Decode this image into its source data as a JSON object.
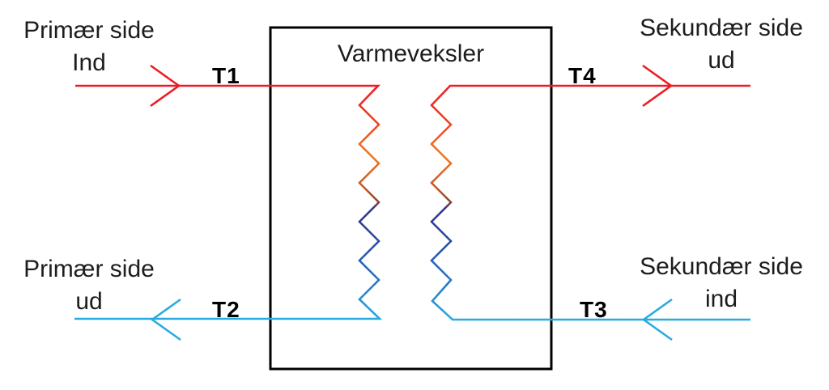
{
  "title": "Varmeveksler",
  "ports": {
    "primary_in": {
      "line1": "Primær side",
      "line2": "Ind",
      "sensor": "T1"
    },
    "primary_out": {
      "line1": "Primær side",
      "line2": "ud",
      "sensor": "T2"
    },
    "secondary_in": {
      "line1": "Sekundær side",
      "line2": "ind",
      "sensor": "T3"
    },
    "secondary_out": {
      "line1": "Sekundær side",
      "line2": "ud",
      "sensor": "T4"
    }
  },
  "colors": {
    "hot": "#ED1C24",
    "cold": "#29ABE2",
    "box_outline": "#000000",
    "text": "#1d1d1d"
  },
  "gradient": {
    "s0": "#EC1C24",
    "s1": "#ED4321",
    "s2": "#EE7B22",
    "s3": "#C05A29",
    "s4": "#8A4733",
    "s5": "#333692",
    "s6": "#2C4FA5",
    "s7": "#2878C4",
    "s8": "#29ABE2"
  }
}
